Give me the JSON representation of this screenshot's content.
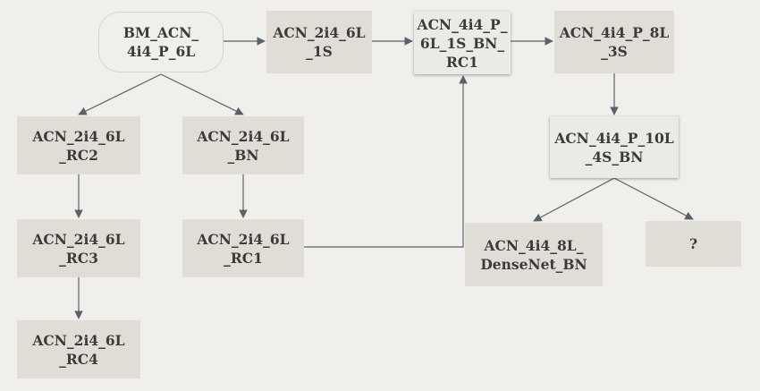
{
  "diagram": {
    "nodes": [
      {
        "id": "bm_acn_4i4_p_6l",
        "label": "BM_ACN_\n4i4_P_6L",
        "kind": "start"
      },
      {
        "id": "acn_2i4_6l_1s",
        "label": "ACN_2i4_6L\n_1S"
      },
      {
        "id": "acn_4i4_p_6l_1s_bn_rc1",
        "label": "ACN_4i4_P_\n6L_1S_BN_\nRC1",
        "kind": "focus"
      },
      {
        "id": "acn_4i4_p_8l_3s",
        "label": "ACN_4i4_P_8L\n_3S"
      },
      {
        "id": "acn_2i4_6l_rc2",
        "label": "ACN_2i4_6L\n_RC2"
      },
      {
        "id": "acn_2i4_6l_bn",
        "label": "ACN_2i4_6L\n_BN"
      },
      {
        "id": "acn_4i4_p_10l_4s_bn",
        "label": "ACN_4i4_P_10L\n_4S_BN",
        "kind": "focus"
      },
      {
        "id": "acn_2i4_6l_rc3",
        "label": "ACN_2i4_6L\n_RC3"
      },
      {
        "id": "acn_2i4_6l_rc1",
        "label": "ACN_2i4_6L\n_RC1"
      },
      {
        "id": "acn_4i4_8l_densenet_bn",
        "label": "ACN_4i4_8L_\nDenseNet_BN"
      },
      {
        "id": "unknown",
        "label": "?"
      },
      {
        "id": "acn_2i4_6l_rc4",
        "label": "ACN_2i4_6L\n_RC4"
      }
    ],
    "edges": [
      {
        "from": "bm_acn_4i4_p_6l",
        "to": "acn_2i4_6l_1s"
      },
      {
        "from": "acn_2i4_6l_1s",
        "to": "acn_4i4_p_6l_1s_bn_rc1"
      },
      {
        "from": "acn_4i4_p_6l_1s_bn_rc1",
        "to": "acn_4i4_p_8l_3s"
      },
      {
        "from": "bm_acn_4i4_p_6l",
        "to": "acn_2i4_6l_rc2"
      },
      {
        "from": "bm_acn_4i4_p_6l",
        "to": "acn_2i4_6l_bn"
      },
      {
        "from": "acn_4i4_p_8l_3s",
        "to": "acn_4i4_p_10l_4s_bn"
      },
      {
        "from": "acn_2i4_6l_rc2",
        "to": "acn_2i4_6l_rc3"
      },
      {
        "from": "acn_2i4_6l_bn",
        "to": "acn_2i4_6l_rc1"
      },
      {
        "from": "acn_4i4_p_10l_4s_bn",
        "to": "acn_4i4_8l_densenet_bn"
      },
      {
        "from": "acn_4i4_p_10l_4s_bn",
        "to": "unknown"
      },
      {
        "from": "acn_2i4_6l_rc3",
        "to": "acn_2i4_6l_rc4"
      },
      {
        "from": "acn_2i4_6l_rc1",
        "to": "acn_4i4_p_6l_1s_bn_rc1"
      }
    ]
  },
  "colors": {
    "background": "#f1efeb",
    "node_fill": "#e0ddd6",
    "node_text": "#3b3b3b",
    "edge": "#5b6168"
  }
}
